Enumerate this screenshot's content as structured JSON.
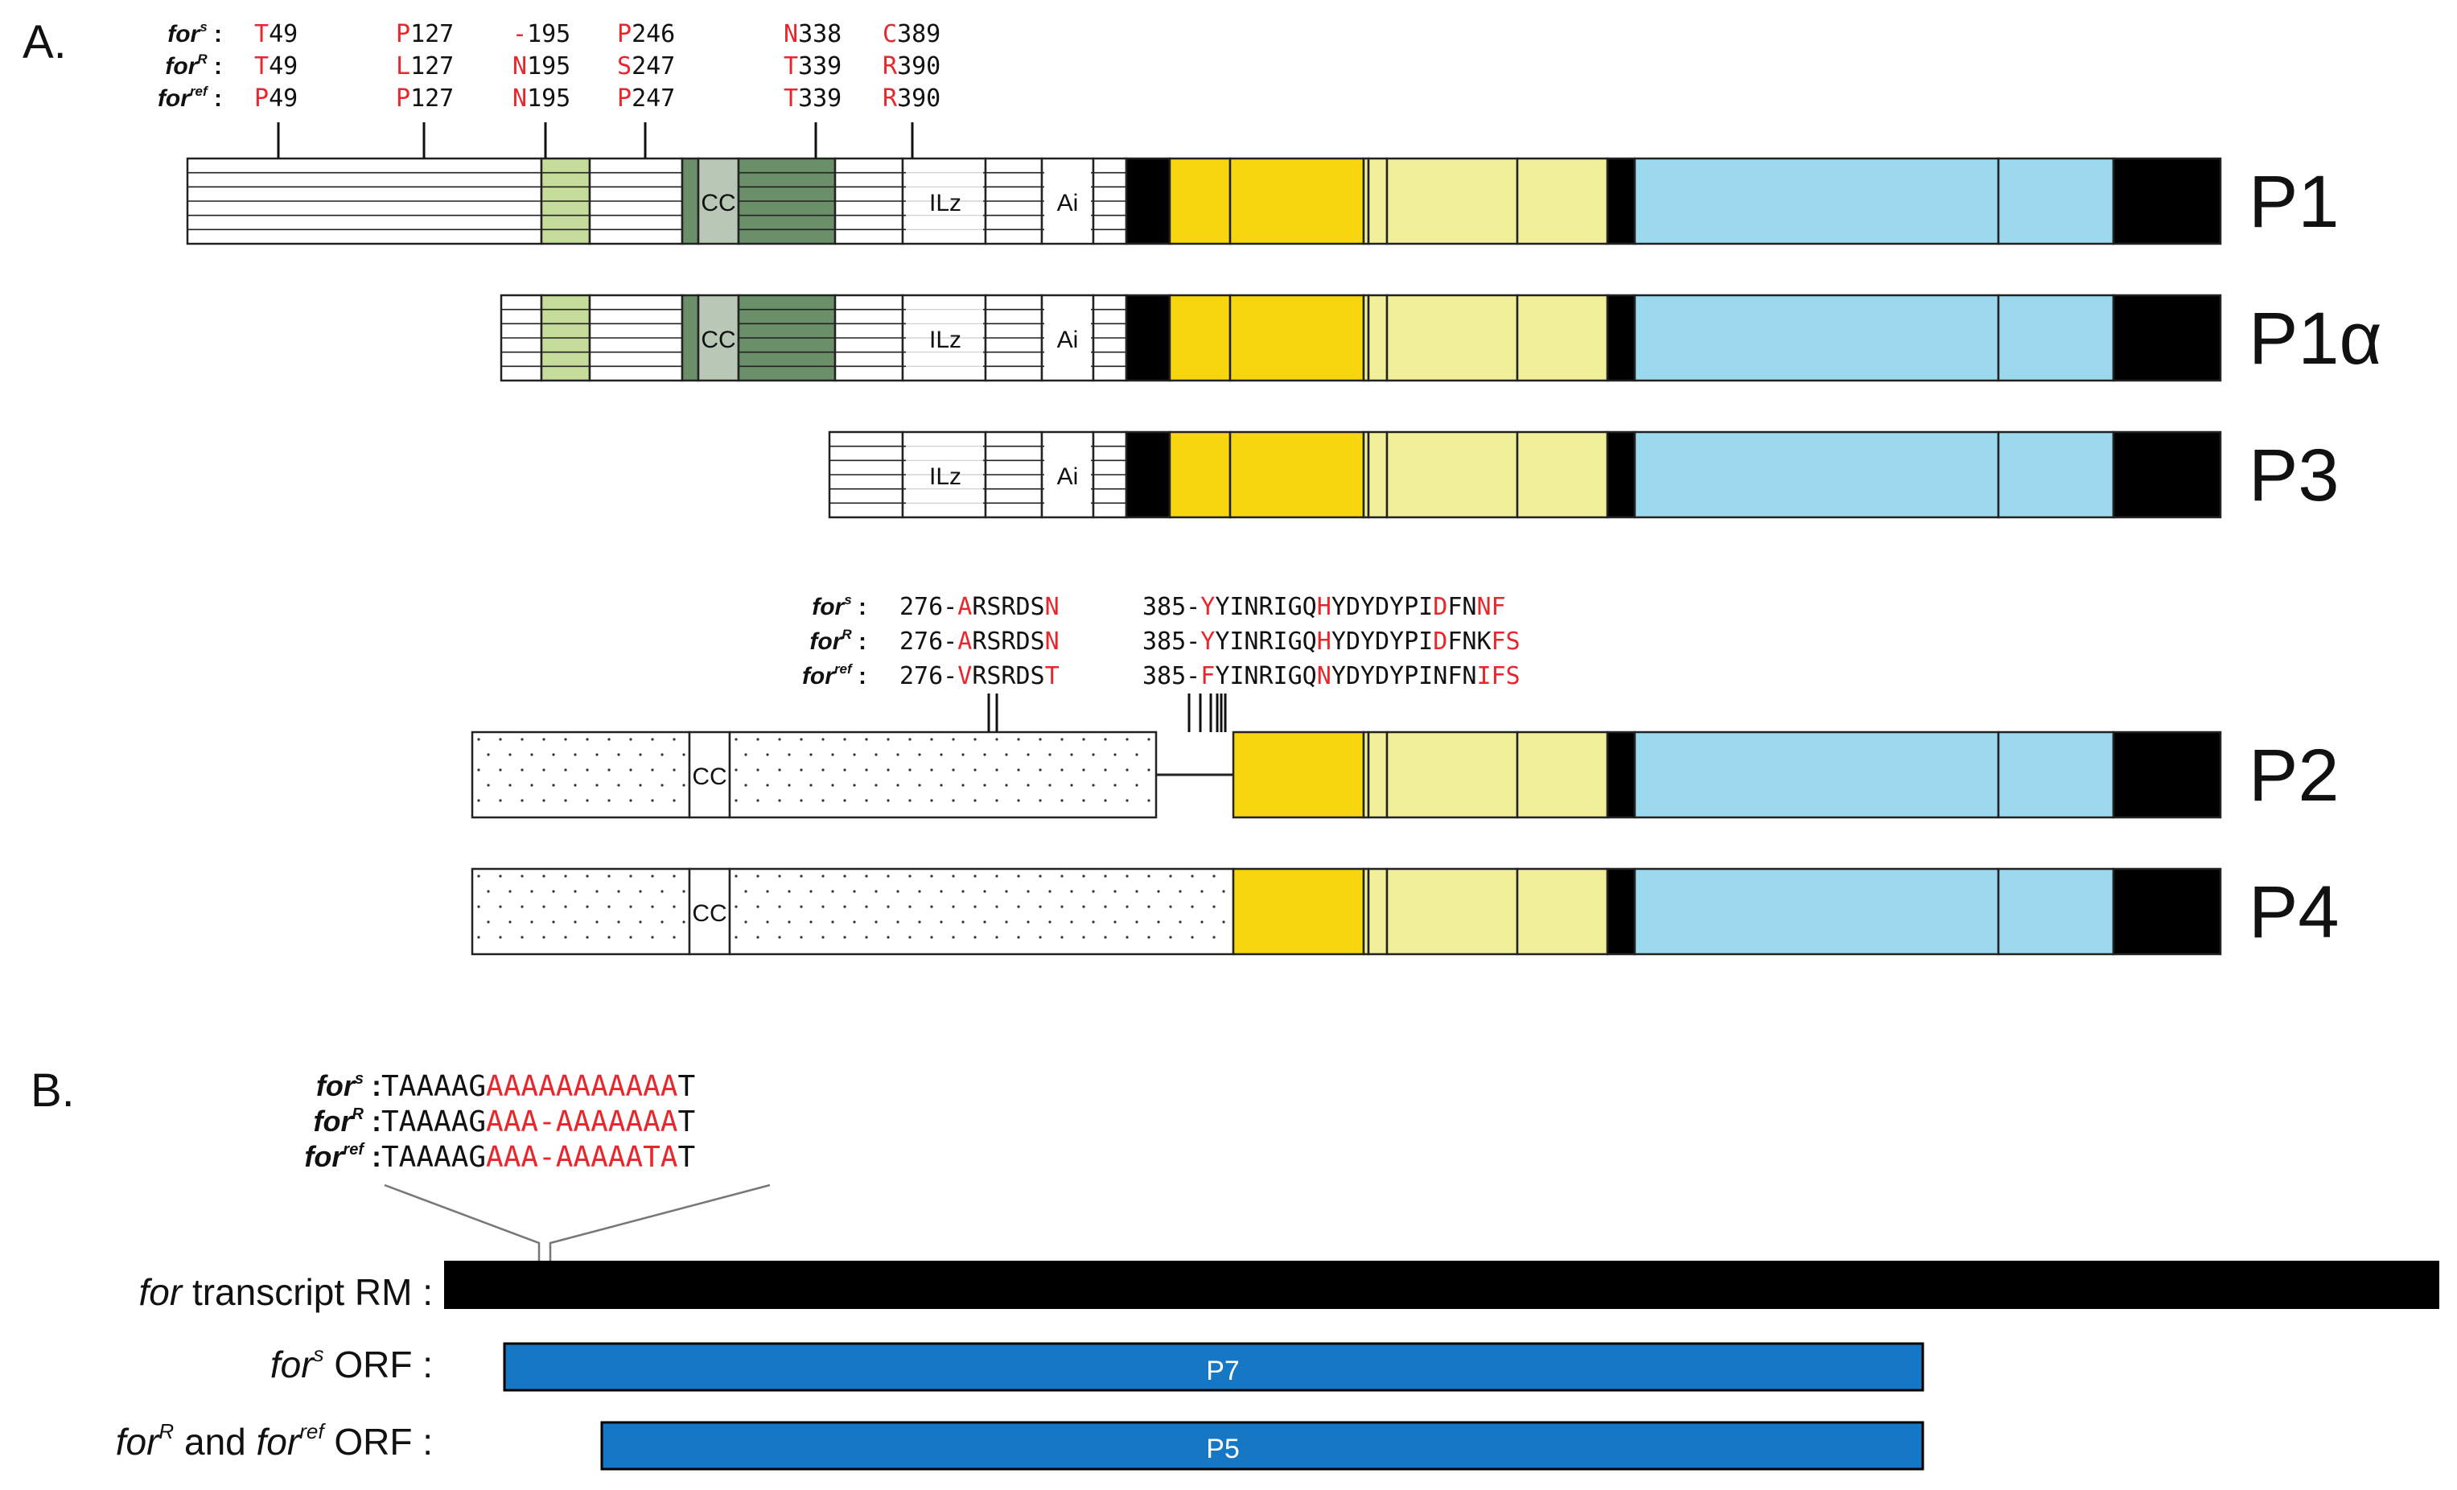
{
  "panel_labels": {
    "a": "A.",
    "b": "B."
  },
  "colors": {
    "yellow": "#f7d50f",
    "light_yellow": "#f2ef9a",
    "blue": "#9cd9ee",
    "black": "#000000",
    "light_green": "#c5dc9a",
    "dark_green": "#6b8f68",
    "grey_green": "#b9c7b6",
    "orf_blue": "#1677c4",
    "red": "#e8262c"
  },
  "proteins": [
    {
      "name": "P1"
    },
    {
      "name": "P1α"
    },
    {
      "name": "P3"
    },
    {
      "name": "P2"
    },
    {
      "name": "P4"
    }
  ],
  "domains": {
    "cc": "CC",
    "ilz": "ILz",
    "ai": "Ai"
  },
  "allele_sup": {
    "s": "s",
    "R": "R",
    "ref": "ref"
  },
  "allele_base": "for",
  "aa_variants_p1": {
    "rows": [
      [
        [
          "T",
          "49"
        ],
        [
          "P",
          "127"
        ],
        [
          "-",
          "195"
        ],
        [
          "P",
          "246"
        ],
        [
          "N",
          "338"
        ],
        [
          "C",
          "389"
        ]
      ],
      [
        [
          "T",
          "49"
        ],
        [
          "L",
          "127"
        ],
        [
          "N",
          "195"
        ],
        [
          "S",
          "247"
        ],
        [
          "T",
          "339"
        ],
        [
          "R",
          "390"
        ]
      ],
      [
        [
          "P",
          "49"
        ],
        [
          "P",
          "127"
        ],
        [
          "N",
          "195"
        ],
        [
          "P",
          "247"
        ],
        [
          "T",
          "339"
        ],
        [
          "R",
          "390"
        ]
      ]
    ]
  },
  "seq_p2": {
    "rows": [
      [
        [
          "276-",
          0
        ],
        [
          "A",
          1
        ],
        [
          "RSRDS",
          0
        ],
        [
          "N",
          1
        ]
      ],
      [
        [
          "276-",
          0
        ],
        [
          "A",
          1
        ],
        [
          "RSRDS",
          0
        ],
        [
          "N",
          1
        ]
      ],
      [
        [
          "276-",
          0
        ],
        [
          "V",
          1
        ],
        [
          "RSRDS",
          0
        ],
        [
          "T",
          1
        ]
      ]
    ],
    "rows2": [
      [
        [
          "385-",
          0
        ],
        [
          "Y",
          1
        ],
        [
          "YINRIGQ",
          0
        ],
        [
          "H",
          1
        ],
        [
          "YDYDYPI",
          0
        ],
        [
          "D",
          1
        ],
        [
          "FN",
          0
        ],
        [
          "N",
          1
        ],
        [
          "F",
          1
        ]
      ],
      [
        [
          "385-",
          0
        ],
        [
          "Y",
          1
        ],
        [
          "YINRIGQ",
          0
        ],
        [
          "H",
          1
        ],
        [
          "YDYDYPI",
          0
        ],
        [
          "D",
          1
        ],
        [
          "FN",
          0
        ],
        [
          "K",
          0
        ],
        [
          "FS",
          1
        ]
      ],
      [
        [
          "385-",
          0
        ],
        [
          "F",
          1
        ],
        [
          "YINRIGQ",
          0
        ],
        [
          "N",
          1
        ],
        [
          "YDYDYPI",
          0
        ],
        [
          "N",
          0
        ],
        [
          "FN",
          0
        ],
        [
          "I",
          1
        ],
        [
          "FS",
          1
        ]
      ]
    ]
  },
  "seq_b": {
    "rows": [
      [
        [
          "TAAAAG",
          0
        ],
        [
          "AAAAAAAAAAA",
          1
        ],
        [
          "T",
          0
        ]
      ],
      [
        [
          "TAAAAG",
          0
        ],
        [
          "AAA-AAAAAAA",
          1
        ],
        [
          "T",
          0
        ]
      ],
      [
        [
          "TAAAAG",
          0
        ],
        [
          "AAA-AAAAATA",
          1
        ],
        [
          "T",
          0
        ]
      ]
    ]
  },
  "panel_b": {
    "transcript_label_italic": "for",
    "transcript_label_rest": " transcript RM :",
    "orf_s_label_rest": " ORF :",
    "orf_r_label_and": " and ",
    "orf_r_label_rest": " ORF :",
    "orfs": [
      {
        "name": "P7"
      },
      {
        "name": "P5"
      }
    ]
  }
}
